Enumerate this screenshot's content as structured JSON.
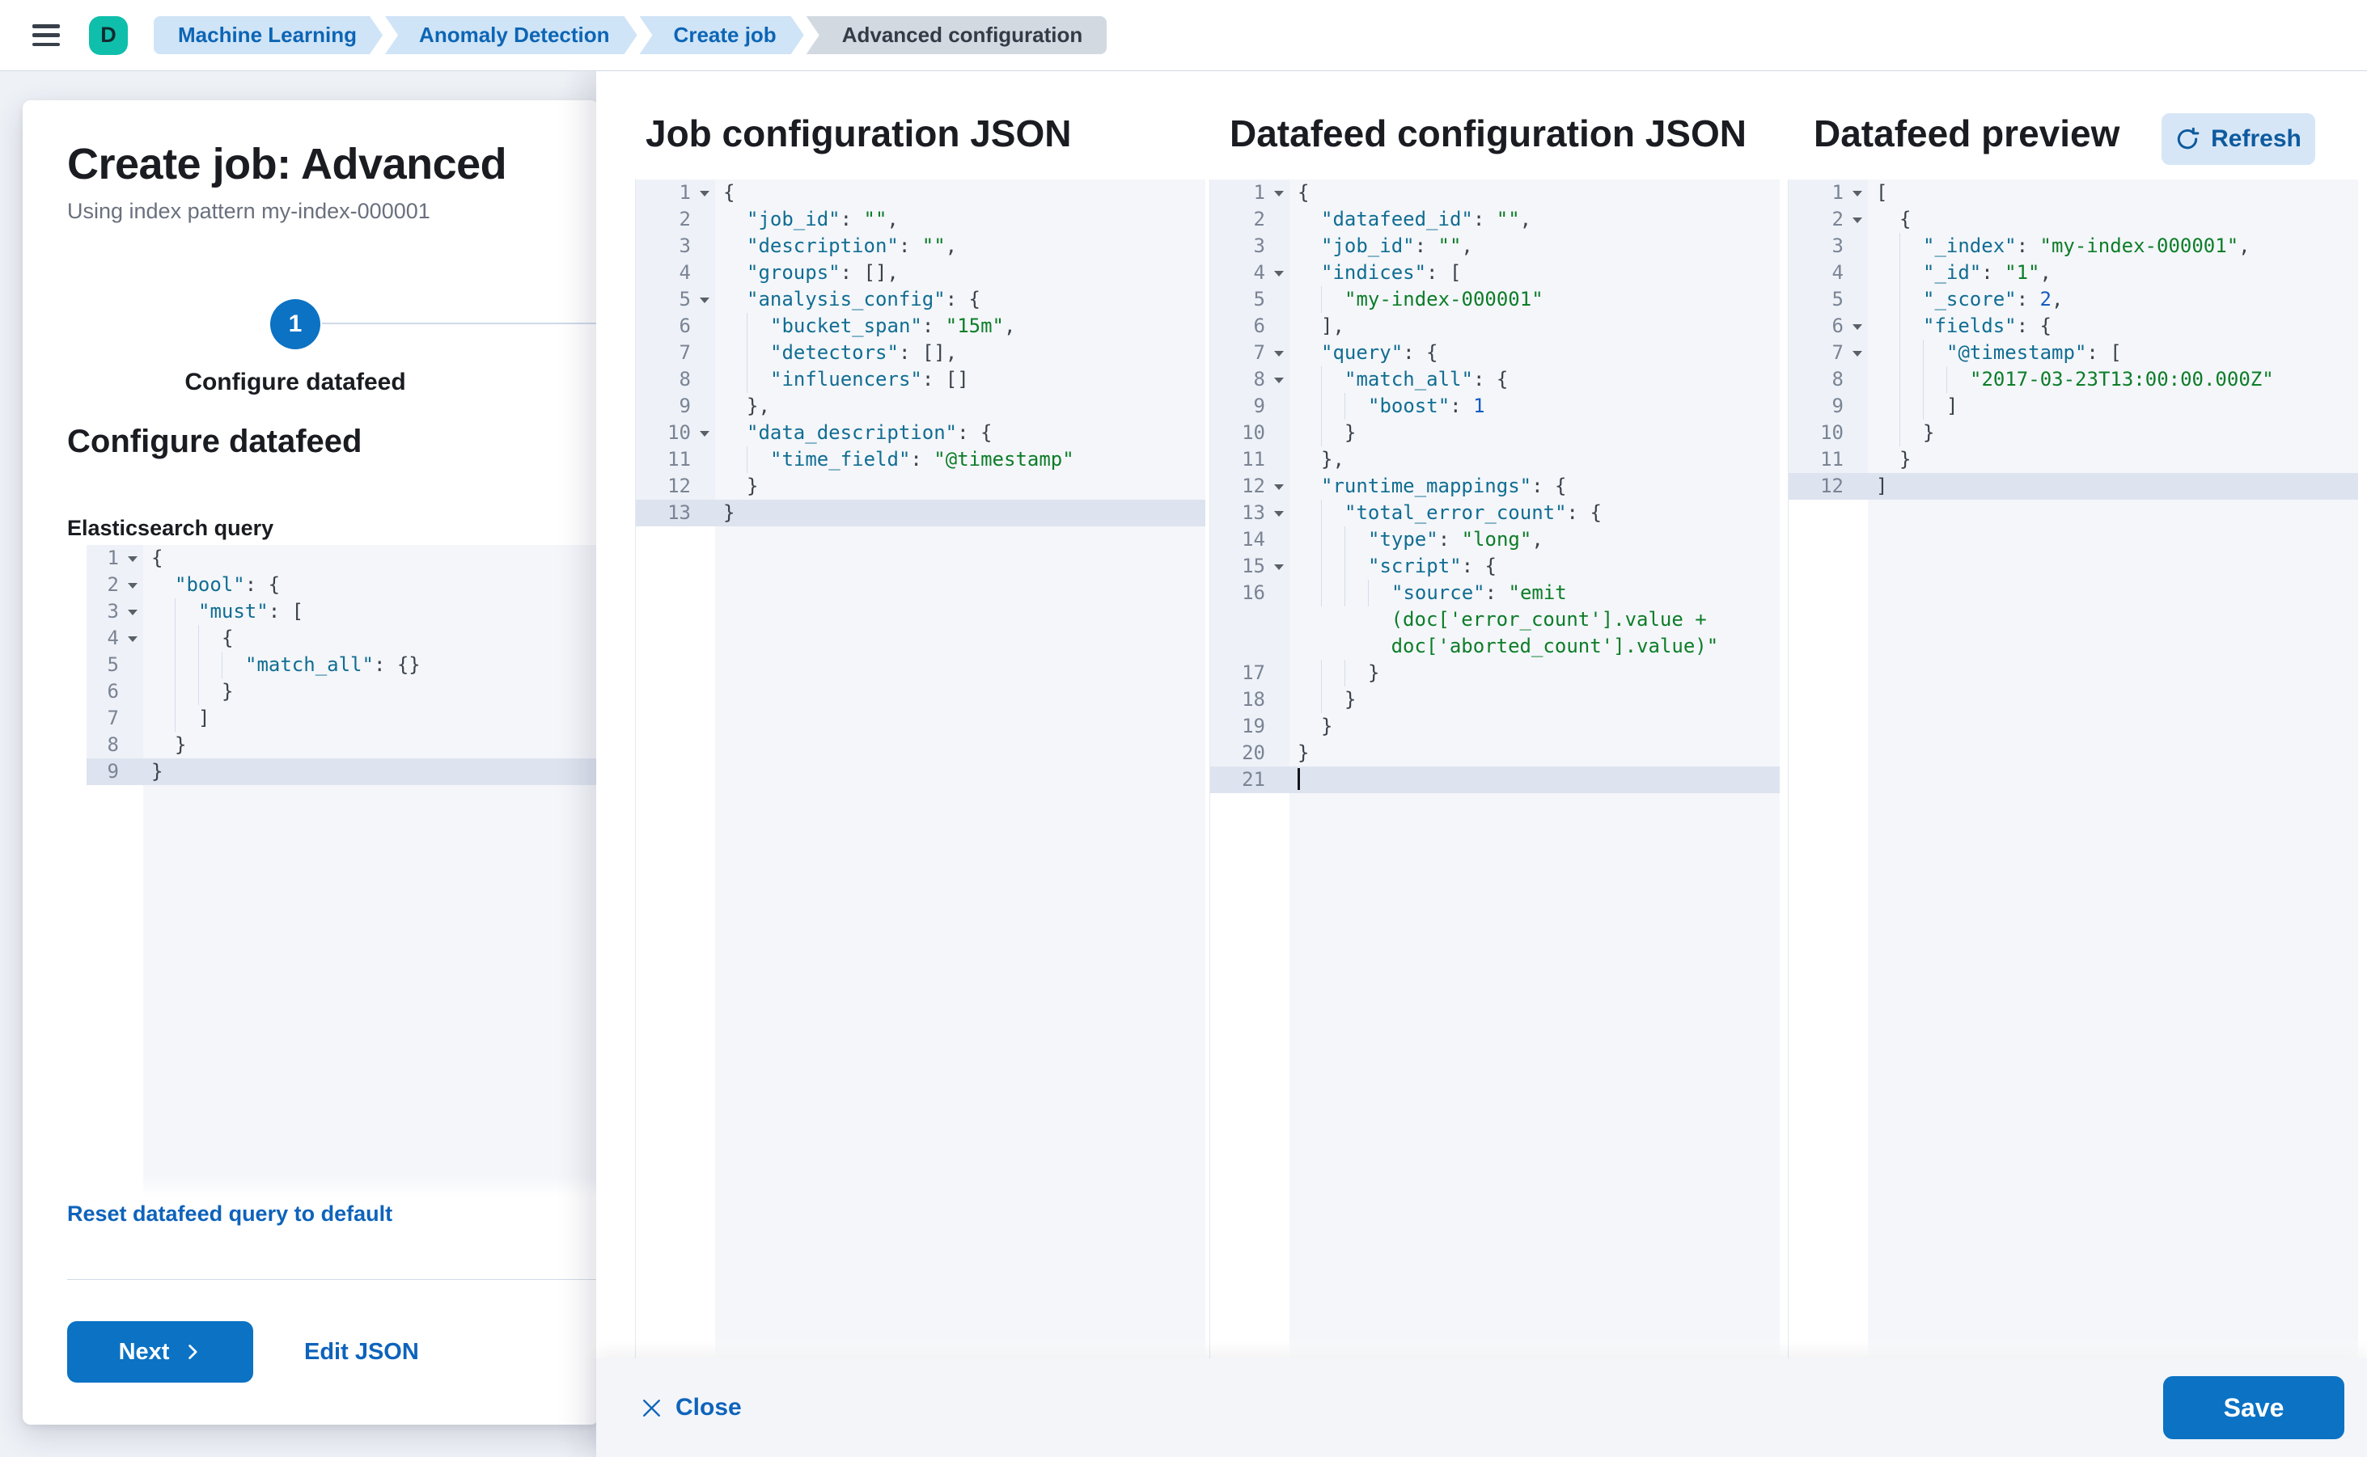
{
  "topbar": {
    "avatar_initial": "D",
    "breadcrumbs": [
      {
        "label": "Machine Learning",
        "type": "link"
      },
      {
        "label": "Anomaly Detection",
        "type": "link"
      },
      {
        "label": "Create job",
        "type": "link"
      },
      {
        "label": "Advanced configuration",
        "type": "current"
      }
    ]
  },
  "wizard": {
    "title": "Create job: Advanced",
    "subtitle": "Using index pattern my-index-000001",
    "step_number": "1",
    "step_label": "Configure datafeed",
    "section_heading": "Configure datafeed",
    "query_label": "Elasticsearch query",
    "reset_link": "Reset datafeed query to default",
    "next_label": "Next",
    "edit_json_label": "Edit JSON"
  },
  "panels": {
    "job": {
      "heading": "Job configuration JSON"
    },
    "datafeed": {
      "heading": "Datafeed configuration JSON"
    },
    "preview": {
      "heading": "Datafeed preview",
      "refresh_label": "Refresh"
    }
  },
  "footer": {
    "close_label": "Close",
    "save_label": "Save"
  },
  "icons": {
    "menu": "menu-icon",
    "refresh": "refresh-icon",
    "close": "close-icon",
    "next_chevron": "chevron-right-icon"
  },
  "colors": {
    "accent_button": "#0b72c4",
    "link": "#0e63bb",
    "avatar_bg": "#0fbfab",
    "breadcrumb_bg": "#cfe4f6",
    "breadcrumb_current_bg": "#d3d9e1",
    "editor_bg": "#f4f6fa",
    "active_line_bg": "#dde4ef",
    "json_key": "#116d92",
    "json_string": "#0d7d28",
    "json_number": "#155bc2"
  },
  "editors": {
    "query": {
      "num_col_width": 44,
      "active_line": 9,
      "lines": [
        {
          "n": 1,
          "fold": true,
          "ind": 0,
          "seg": [
            [
              "p",
              "{"
            ]
          ]
        },
        {
          "n": 2,
          "fold": true,
          "ind": 1,
          "seg": [
            [
              "k",
              "\"bool\""
            ],
            [
              "p",
              ": {"
            ]
          ]
        },
        {
          "n": 3,
          "fold": true,
          "ind": 2,
          "seg": [
            [
              "k",
              "\"must\""
            ],
            [
              "p",
              ": ["
            ]
          ]
        },
        {
          "n": 4,
          "fold": true,
          "ind": 3,
          "seg": [
            [
              "p",
              "{"
            ]
          ]
        },
        {
          "n": 5,
          "fold": false,
          "ind": 4,
          "seg": [
            [
              "k",
              "\"match_all\""
            ],
            [
              "p",
              ": {}"
            ]
          ]
        },
        {
          "n": 6,
          "fold": false,
          "ind": 3,
          "seg": [
            [
              "p",
              "}"
            ]
          ]
        },
        {
          "n": 7,
          "fold": false,
          "ind": 2,
          "seg": [
            [
              "p",
              "]"
            ]
          ]
        },
        {
          "n": 8,
          "fold": false,
          "ind": 1,
          "seg": [
            [
              "p",
              "}"
            ]
          ]
        },
        {
          "n": 9,
          "fold": false,
          "ind": 0,
          "seg": [
            [
              "p",
              "}"
            ]
          ]
        }
      ]
    },
    "job": {
      "num_col_width": 72,
      "active_line": 13,
      "lines": [
        {
          "n": 1,
          "fold": true,
          "ind": 0,
          "seg": [
            [
              "p",
              "{"
            ]
          ]
        },
        {
          "n": 2,
          "fold": false,
          "ind": 1,
          "seg": [
            [
              "k",
              "\"job_id\""
            ],
            [
              "p",
              ": "
            ],
            [
              "s",
              "\"\""
            ],
            [
              "p",
              ","
            ]
          ]
        },
        {
          "n": 3,
          "fold": false,
          "ind": 1,
          "seg": [
            [
              "k",
              "\"description\""
            ],
            [
              "p",
              ": "
            ],
            [
              "s",
              "\"\""
            ],
            [
              "p",
              ","
            ]
          ]
        },
        {
          "n": 4,
          "fold": false,
          "ind": 1,
          "seg": [
            [
              "k",
              "\"groups\""
            ],
            [
              "p",
              ": [],"
            ]
          ]
        },
        {
          "n": 5,
          "fold": true,
          "ind": 1,
          "seg": [
            [
              "k",
              "\"analysis_config\""
            ],
            [
              "p",
              ": {"
            ]
          ]
        },
        {
          "n": 6,
          "fold": false,
          "ind": 2,
          "seg": [
            [
              "k",
              "\"bucket_span\""
            ],
            [
              "p",
              ": "
            ],
            [
              "s",
              "\"15m\""
            ],
            [
              "p",
              ","
            ]
          ]
        },
        {
          "n": 7,
          "fold": false,
          "ind": 2,
          "seg": [
            [
              "k",
              "\"detectors\""
            ],
            [
              "p",
              ": [],"
            ]
          ]
        },
        {
          "n": 8,
          "fold": false,
          "ind": 2,
          "seg": [
            [
              "k",
              "\"influencers\""
            ],
            [
              "p",
              ": []"
            ]
          ]
        },
        {
          "n": 9,
          "fold": false,
          "ind": 1,
          "seg": [
            [
              "p",
              "},"
            ]
          ]
        },
        {
          "n": 10,
          "fold": true,
          "ind": 1,
          "seg": [
            [
              "k",
              "\"data_description\""
            ],
            [
              "p",
              ": {"
            ]
          ]
        },
        {
          "n": 11,
          "fold": false,
          "ind": 2,
          "seg": [
            [
              "k",
              "\"time_field\""
            ],
            [
              "p",
              ": "
            ],
            [
              "s",
              "\"@timestamp\""
            ]
          ]
        },
        {
          "n": 12,
          "fold": false,
          "ind": 1,
          "seg": [
            [
              "p",
              "}"
            ]
          ]
        },
        {
          "n": 13,
          "fold": false,
          "ind": 0,
          "seg": [
            [
              "p",
              "}"
            ]
          ]
        }
      ]
    },
    "datafeed": {
      "num_col_width": 72,
      "active_line": 21,
      "lines": [
        {
          "n": 1,
          "fold": true,
          "ind": 0,
          "seg": [
            [
              "p",
              "{"
            ]
          ]
        },
        {
          "n": 2,
          "fold": false,
          "ind": 1,
          "seg": [
            [
              "k",
              "\"datafeed_id\""
            ],
            [
              "p",
              ": "
            ],
            [
              "s",
              "\"\""
            ],
            [
              "p",
              ","
            ]
          ]
        },
        {
          "n": 3,
          "fold": false,
          "ind": 1,
          "seg": [
            [
              "k",
              "\"job_id\""
            ],
            [
              "p",
              ": "
            ],
            [
              "s",
              "\"\""
            ],
            [
              "p",
              ","
            ]
          ]
        },
        {
          "n": 4,
          "fold": true,
          "ind": 1,
          "seg": [
            [
              "k",
              "\"indices\""
            ],
            [
              "p",
              ": ["
            ]
          ]
        },
        {
          "n": 5,
          "fold": false,
          "ind": 2,
          "seg": [
            [
              "s",
              "\"my-index-000001\""
            ]
          ]
        },
        {
          "n": 6,
          "fold": false,
          "ind": 1,
          "seg": [
            [
              "p",
              "],"
            ]
          ]
        },
        {
          "n": 7,
          "fold": true,
          "ind": 1,
          "seg": [
            [
              "k",
              "\"query\""
            ],
            [
              "p",
              ": {"
            ]
          ]
        },
        {
          "n": 8,
          "fold": true,
          "ind": 2,
          "seg": [
            [
              "k",
              "\"match_all\""
            ],
            [
              "p",
              ": {"
            ]
          ]
        },
        {
          "n": 9,
          "fold": false,
          "ind": 3,
          "seg": [
            [
              "k",
              "\"boost\""
            ],
            [
              "p",
              ": "
            ],
            [
              "n",
              "1"
            ]
          ]
        },
        {
          "n": 10,
          "fold": false,
          "ind": 2,
          "seg": [
            [
              "p",
              "}"
            ]
          ]
        },
        {
          "n": 11,
          "fold": false,
          "ind": 1,
          "seg": [
            [
              "p",
              "},"
            ]
          ]
        },
        {
          "n": 12,
          "fold": true,
          "ind": 1,
          "seg": [
            [
              "k",
              "\"runtime_mappings\""
            ],
            [
              "p",
              ": {"
            ]
          ]
        },
        {
          "n": 13,
          "fold": true,
          "ind": 2,
          "seg": [
            [
              "k",
              "\"total_error_count\""
            ],
            [
              "p",
              ": {"
            ]
          ]
        },
        {
          "n": 14,
          "fold": false,
          "ind": 3,
          "seg": [
            [
              "k",
              "\"type\""
            ],
            [
              "p",
              ": "
            ],
            [
              "s",
              "\"long\""
            ],
            [
              "p",
              ","
            ]
          ]
        },
        {
          "n": 15,
          "fold": true,
          "ind": 3,
          "seg": [
            [
              "k",
              "\"script\""
            ],
            [
              "p",
              ": {"
            ]
          ]
        },
        {
          "n": 16,
          "fold": false,
          "ind": 4,
          "seg": [
            [
              "k",
              "\"source\""
            ],
            [
              "p",
              ": "
            ],
            [
              "s",
              "\"emit"
            ]
          ]
        },
        {
          "n": null,
          "fold": false,
          "ind": 0,
          "sp": 8,
          "seg": [
            [
              "s",
              "(doc['error_count'].value +"
            ]
          ]
        },
        {
          "n": null,
          "fold": false,
          "ind": 0,
          "sp": 8,
          "seg": [
            [
              "s",
              "doc['aborted_count'].value)\""
            ]
          ]
        },
        {
          "n": 17,
          "fold": false,
          "ind": 3,
          "seg": [
            [
              "p",
              "}"
            ]
          ]
        },
        {
          "n": 18,
          "fold": false,
          "ind": 2,
          "seg": [
            [
              "p",
              "}"
            ]
          ]
        },
        {
          "n": 19,
          "fold": false,
          "ind": 1,
          "seg": [
            [
              "p",
              "}"
            ]
          ]
        },
        {
          "n": 20,
          "fold": false,
          "ind": 0,
          "seg": [
            [
              "p",
              "}"
            ]
          ]
        },
        {
          "n": 21,
          "fold": false,
          "ind": 0,
          "cur": true,
          "seg": []
        }
      ]
    },
    "preview": {
      "num_col_width": 72,
      "active_line": 12,
      "lines": [
        {
          "n": 1,
          "fold": true,
          "ind": 0,
          "seg": [
            [
              "p",
              "["
            ]
          ]
        },
        {
          "n": 2,
          "fold": true,
          "ind": 1,
          "seg": [
            [
              "p",
              "{"
            ]
          ]
        },
        {
          "n": 3,
          "fold": false,
          "ind": 2,
          "seg": [
            [
              "k",
              "\"_index\""
            ],
            [
              "p",
              ": "
            ],
            [
              "s",
              "\"my-index-000001\""
            ],
            [
              "p",
              ","
            ]
          ]
        },
        {
          "n": 4,
          "fold": false,
          "ind": 2,
          "seg": [
            [
              "k",
              "\"_id\""
            ],
            [
              "p",
              ": "
            ],
            [
              "s",
              "\"1\""
            ],
            [
              "p",
              ","
            ]
          ]
        },
        {
          "n": 5,
          "fold": false,
          "ind": 2,
          "seg": [
            [
              "k",
              "\"_score\""
            ],
            [
              "p",
              ": "
            ],
            [
              "n",
              "2"
            ],
            [
              "p",
              ","
            ]
          ]
        },
        {
          "n": 6,
          "fold": true,
          "ind": 2,
          "seg": [
            [
              "k",
              "\"fields\""
            ],
            [
              "p",
              ": {"
            ]
          ]
        },
        {
          "n": 7,
          "fold": true,
          "ind": 3,
          "seg": [
            [
              "k",
              "\"@timestamp\""
            ],
            [
              "p",
              ": ["
            ]
          ]
        },
        {
          "n": 8,
          "fold": false,
          "ind": 4,
          "seg": [
            [
              "s",
              "\"2017-03-23T13:00:00.000Z\""
            ]
          ]
        },
        {
          "n": 9,
          "fold": false,
          "ind": 3,
          "seg": [
            [
              "p",
              "]"
            ]
          ]
        },
        {
          "n": 10,
          "fold": false,
          "ind": 2,
          "seg": [
            [
              "p",
              "}"
            ]
          ]
        },
        {
          "n": 11,
          "fold": false,
          "ind": 1,
          "seg": [
            [
              "p",
              "}"
            ]
          ]
        },
        {
          "n": 12,
          "fold": false,
          "ind": 0,
          "seg": [
            [
              "p",
              "]"
            ]
          ]
        }
      ]
    }
  }
}
